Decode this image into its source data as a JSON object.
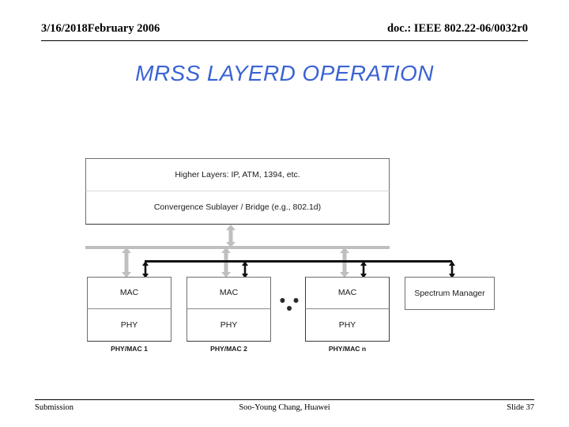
{
  "header": {
    "left_text": "3/16/2018February 2006",
    "right_text": "doc.: IEEE 802.22-06/0032r0"
  },
  "title": {
    "text": "MRSS LAYERD OPERATION",
    "color": "#3b63d4"
  },
  "diagram": {
    "upper_stack": [
      {
        "label": "Higher Layers: IP, ATM, 1394, etc."
      },
      {
        "label": "Convergence Sublayer / Bridge (e.g., 802.1d)"
      }
    ],
    "stacks": [
      {
        "mac": "MAC",
        "phy": "PHY",
        "caption": "PHY/MAC 1"
      },
      {
        "mac": "MAC",
        "phy": "PHY",
        "caption": "PHY/MAC 2"
      },
      {
        "mac": "MAC",
        "phy": "PHY",
        "caption": "PHY/MAC n"
      }
    ],
    "ellipsis": "• • •",
    "spectrum_manager": "Spectrum Manager",
    "bus_gray_color": "#bfbfbf",
    "bus_black_color": "#111111"
  },
  "footer": {
    "left_text": "Submission",
    "center_text": "Soo-Young Chang, Huawei",
    "right_text": "Slide 37"
  }
}
